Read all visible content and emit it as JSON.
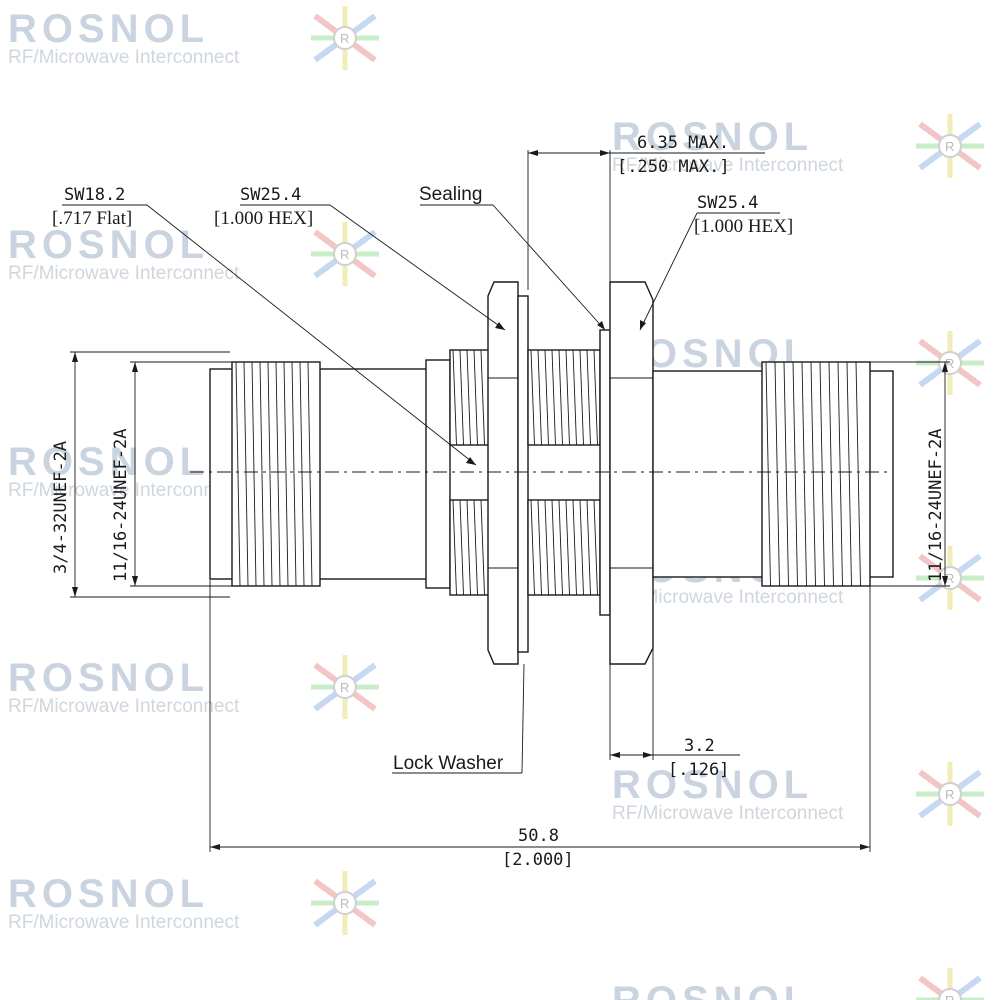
{
  "watermark": {
    "brand": "ROSNOL",
    "registered": "®",
    "tagline": "RF/Microwave Interconnect",
    "logo_icon": "rosnol-star-logo-icon",
    "colors": {
      "brand": "#c9d4e0",
      "tagline": "#cfd6dd"
    }
  },
  "labels": {
    "sw18_top": "SW18.2",
    "sw18_bottom": "[.717 Flat]",
    "sw25_left_top": "SW25.4",
    "sw25_left_bottom": "[1.000 HEX]",
    "sealing": "Sealing",
    "sw25_right_top": "SW25.4",
    "sw25_right_bottom": "[1.000 HEX]",
    "lock_washer": "Lock Washer"
  },
  "dimensions": {
    "max_mm": "6.35 MAX.",
    "max_in": "[.250 MAX.]",
    "thread_outer": "3/4-32UNEF-2A",
    "thread_left_inner": "11/16-24UNEF-2A",
    "thread_right": "11/16-24UNEF-2A",
    "flange_mm": "3.2",
    "flange_in": "[.126]",
    "length_mm": "50.8",
    "length_in": "[2.000]"
  }
}
